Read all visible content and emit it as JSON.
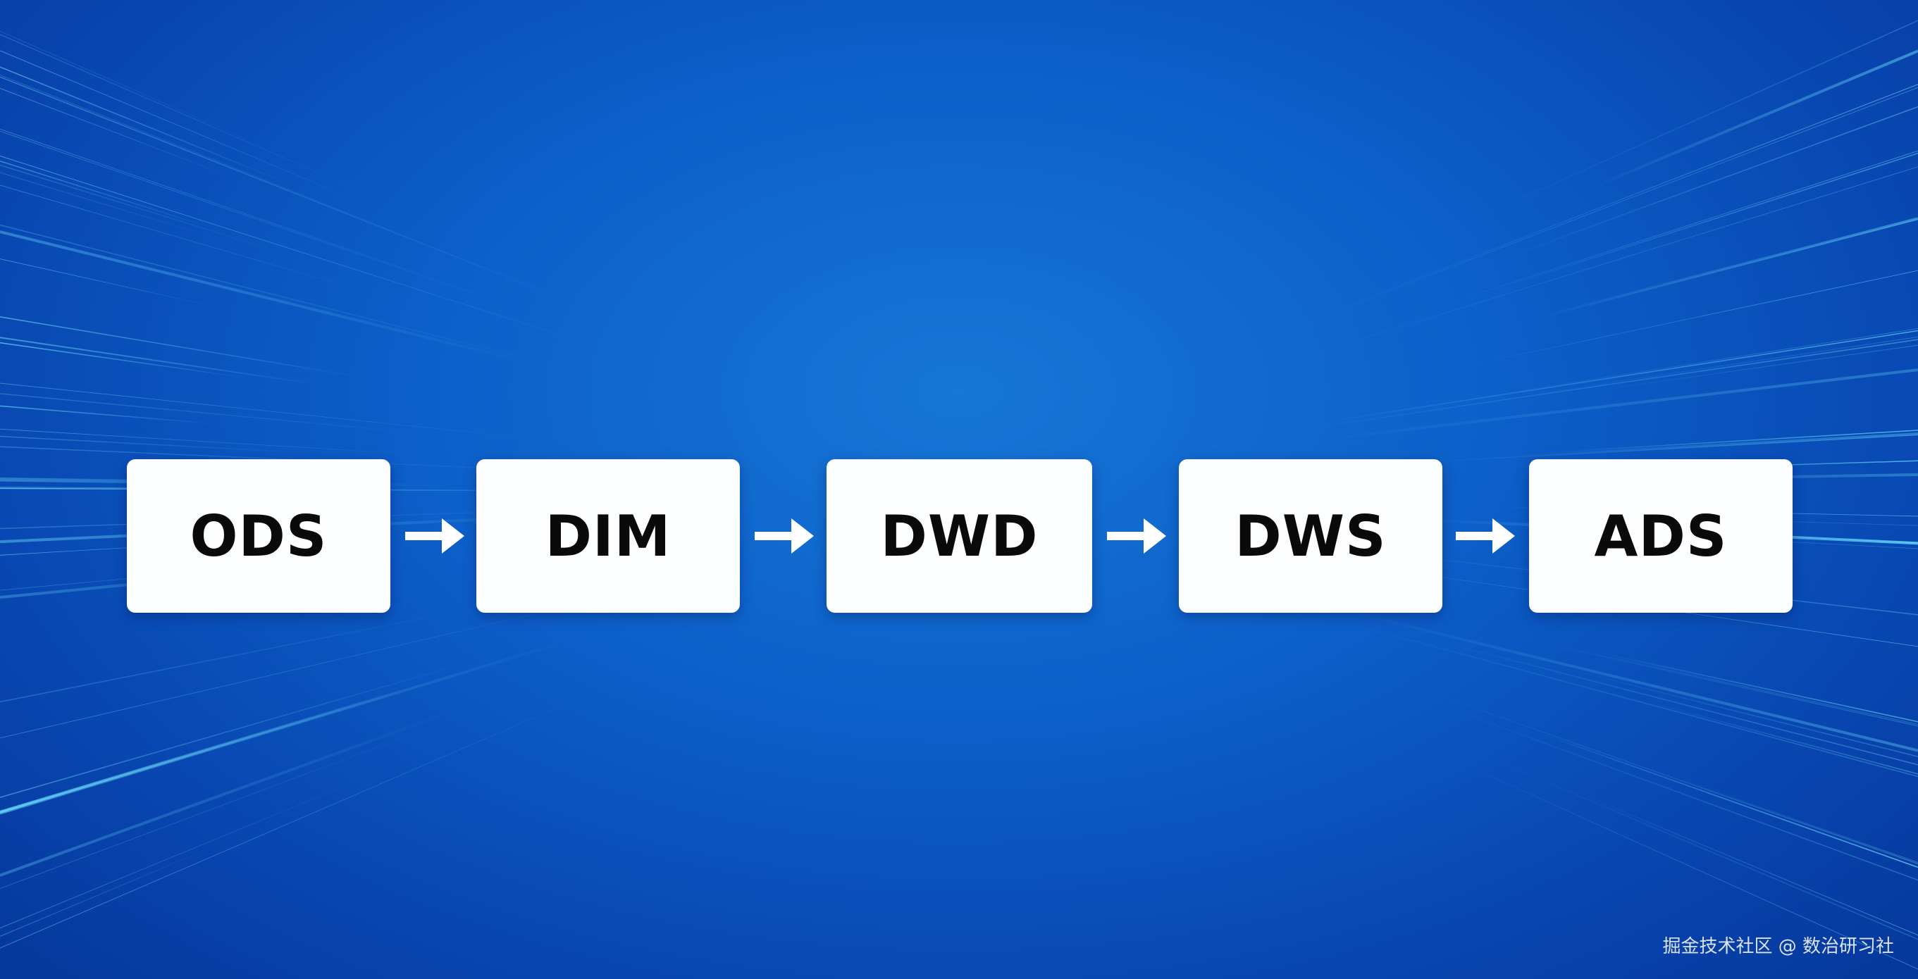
{
  "diagram": {
    "stages": [
      {
        "id": "ods",
        "label": "ODS"
      },
      {
        "id": "dim",
        "label": "DIM"
      },
      {
        "id": "dwd",
        "label": "DWD"
      },
      {
        "id": "dws",
        "label": "DWS"
      },
      {
        "id": "ads",
        "label": "ADS"
      }
    ],
    "edges": [
      {
        "from": "ods",
        "to": "dim"
      },
      {
        "from": "dim",
        "to": "dwd"
      },
      {
        "from": "dwd",
        "to": "dws"
      },
      {
        "from": "dws",
        "to": "ads"
      }
    ]
  },
  "watermark": {
    "text": "掘金技术社区 @ 数治研习社"
  },
  "colors": {
    "background_center": "#1677d6",
    "background_edge": "#06379b",
    "box_fill": "#fdfeff",
    "box_text": "#0a0a0a",
    "arrow": "#ffffff",
    "circuit_glow": "#4fd6ff"
  },
  "decoration": {
    "icon": "circuit-lines-background"
  }
}
